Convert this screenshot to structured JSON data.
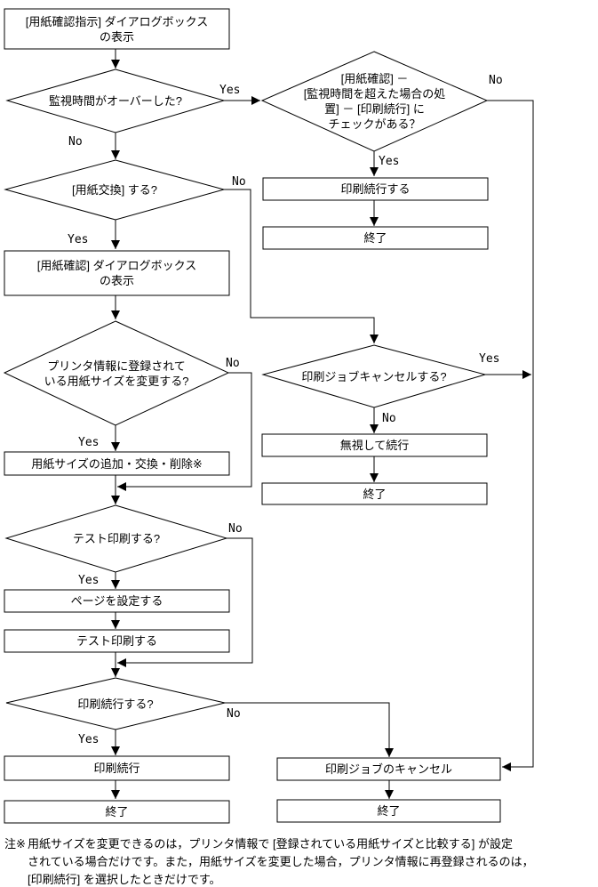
{
  "page": {
    "background": "#ffffff",
    "line_color": "#000000",
    "text_color": "#000000"
  },
  "edge_labels": {
    "yes": "Yes",
    "no": "No"
  },
  "nodes": {
    "paper_confirm_instruction_dialog": "[用紙確認指示] ダイアログボックス\nの表示",
    "monitor_time_over_q": "監視時間がオーバーした?",
    "continue_check_q": "[用紙確認] －\n[監視時間を超えた場合の処\n置] － [印刷続行] に\nチェックがある？",
    "do_continue_print": "印刷続行する",
    "end_top_right": "終了",
    "paper_exchange_q": "[用紙交換] する?",
    "paper_confirm_dialog": "[用紙確認] ダイアログボックス\nの表示",
    "change_paper_size_q": "プリンタ情報に登録されて\nいる用紙サイズを変更する?",
    "edit_paper_size": "用紙サイズの追加・交換・削除※",
    "test_print_q": "テスト印刷する?",
    "set_page": "ページを設定する",
    "do_test_print": "テスト印刷する",
    "cancel_job_q": "印刷ジョブキャンセルする?",
    "ignore_and_continue": "無視して続行",
    "end_mid_right": "終了",
    "continue_print_q": "印刷続行する?",
    "continue_print": "印刷続行",
    "end_bottom_left": "終了",
    "cancel_print_job": "印刷ジョブのキャンセル",
    "end_bottom_right": "終了"
  },
  "note": {
    "marker": "注※",
    "text": "用紙サイズを変更できるのは，プリンタ情報で [登録されている用紙サイズと比較する] が設定\nされている場合だけです。また，用紙サイズを変更した場合，プリンタ情報に再登録されるのは，\n[印刷続行] を選択したときだけです。"
  }
}
